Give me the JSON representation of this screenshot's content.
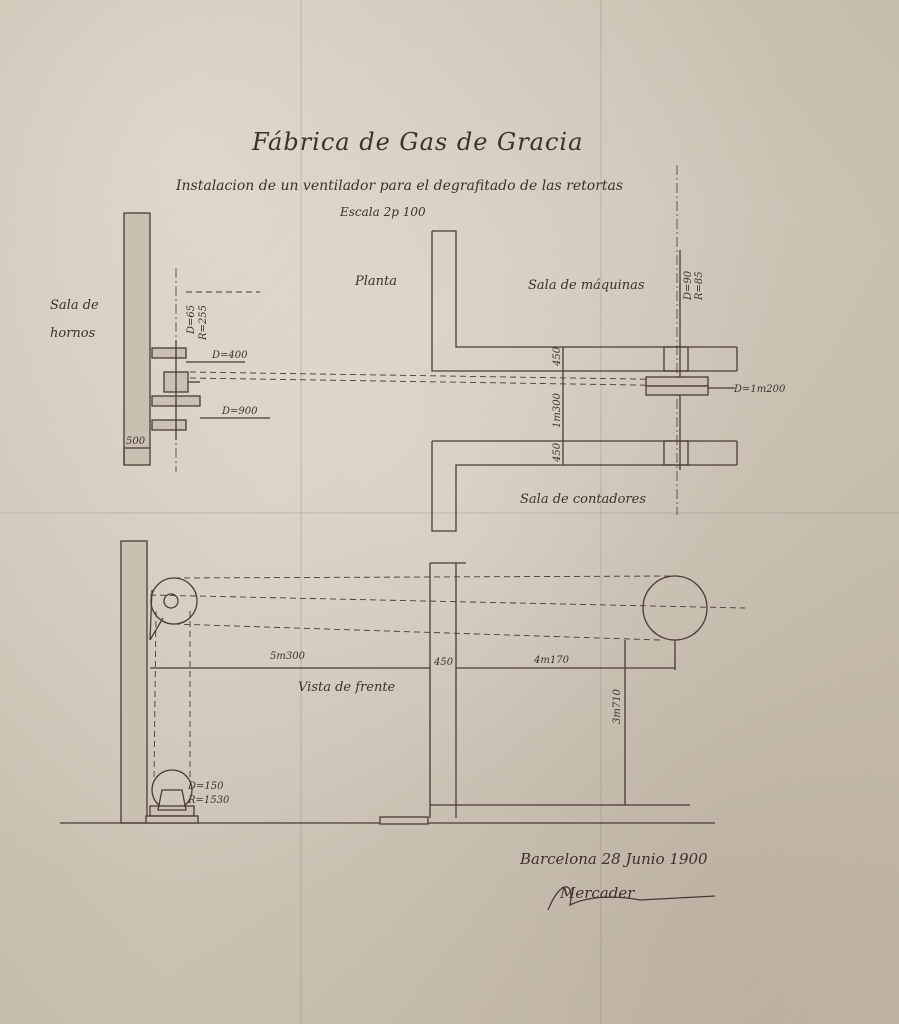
{
  "title": "Fábrica de Gas de Gracia",
  "subtitle": "Instalacion de un ventilador para el degrafitado de las retortas",
  "scale": "Escala 2p 100",
  "labels": {
    "sala_hornos_1": "Sala de",
    "sala_hornos_2": "hornos",
    "planta": "Planta",
    "sala_maquinas": "Sala de máquinas",
    "sala_contadores": "Sala de contadores",
    "vista_frente": "Vista de frente"
  },
  "dimensions": {
    "d65_small": "D=65",
    "r255_small": "R=255",
    "d400": "D=400",
    "d900": "D=900",
    "w500": "500",
    "d90_right": "D=90",
    "r85_right": "R=85",
    "d1200": "D=1m200",
    "h450_top": "450",
    "h1300": "1m300",
    "h450_bottom": "450",
    "len5300": "5m300",
    "len450": "450",
    "len4170": "4m170",
    "h3710": "3m710",
    "d150": "D=150",
    "r1530": "R=1530"
  },
  "footer": {
    "place_date": "Barcelona 28 Junio 1900",
    "signature": "Mercader"
  },
  "colors": {
    "paper": "#d5cdc0",
    "ink": "#4a3a36"
  }
}
